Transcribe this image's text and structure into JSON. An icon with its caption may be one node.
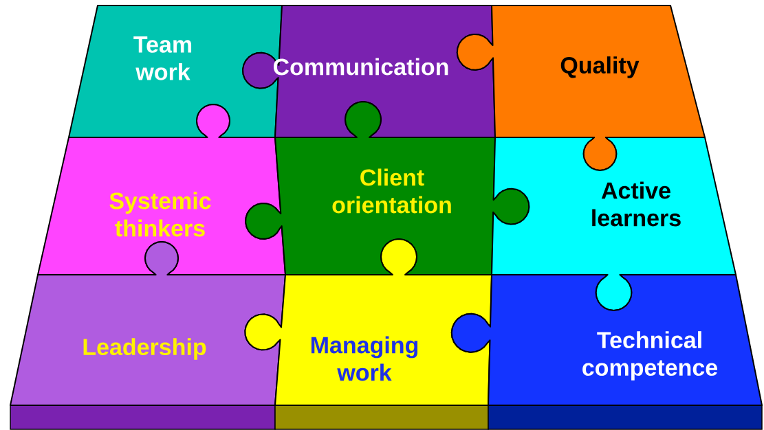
{
  "diagram": {
    "nodes": [
      {
        "text": [
          "Team work"
        ]
      },
      {
        "text": [
          "Communication"
        ]
      },
      {
        "text": [
          "Quality"
        ]
      },
      {
        "text": [
          "Systemic thinkers"
        ]
      },
      {
        "text": [
          "Client orientation"
        ]
      },
      {
        "text": [
          "Active learners"
        ]
      },
      {
        "text": [
          "Leadership"
        ]
      },
      {
        "text": [
          "Managing work"
        ]
      },
      {
        "text": [
          "Technical competence"
        ]
      }
    ]
  }
}
